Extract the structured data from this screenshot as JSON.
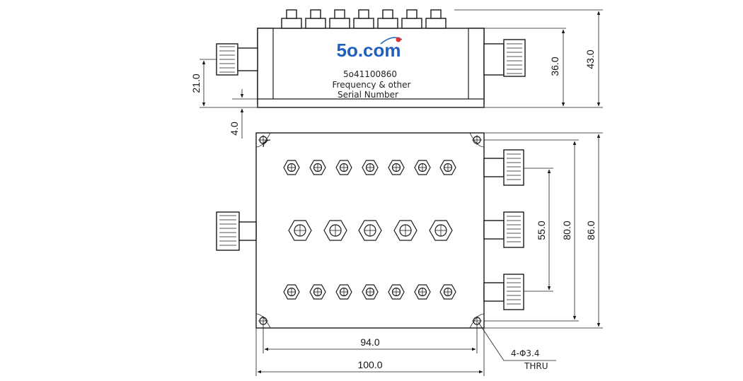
{
  "brand": {
    "logo_text": "5o.com",
    "logo_color": "#1f5fbf",
    "dot_color": "#e03030"
  },
  "label": {
    "model": "5o41100860",
    "line2": "Frequency & other",
    "line3": "Serial Number"
  },
  "dimensions": {
    "height_total": "43.0",
    "height_body": "36.0",
    "connector_height": "21.0",
    "flange": "4.0",
    "depth_total": "86.0",
    "depth_holes": "80.0",
    "port_pitch": "55.0",
    "width_holes": "94.0",
    "width_total": "100.0"
  },
  "hole_note": {
    "line1": "4-Φ3.4",
    "line2": "THRU"
  }
}
